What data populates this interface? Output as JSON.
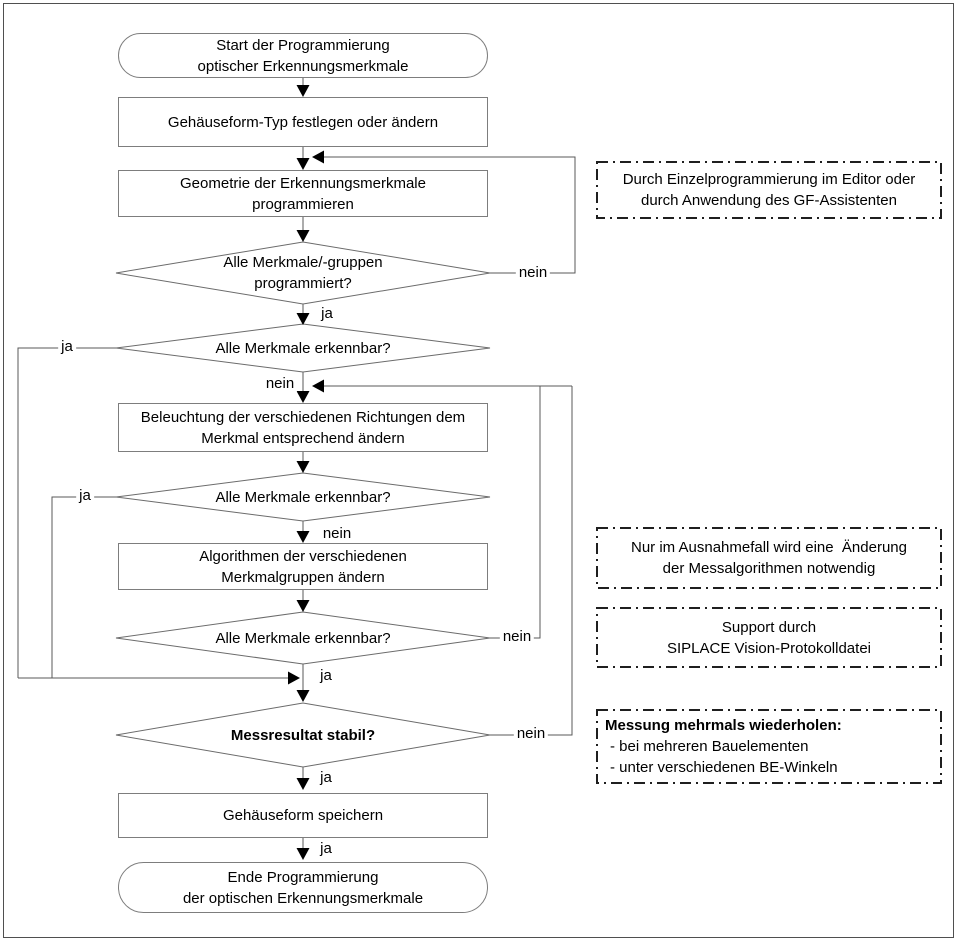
{
  "nodes": {
    "start": "Start der Programmierung\noptischer Erkennungsmerkmale",
    "set_package_type": "Gehäuseform-Typ festlegen oder ändern",
    "program_geometry": "Geometrie der Erkennungsmerkmale\nprogrammieren",
    "all_programmed": "Alle Merkmale/-gruppen\nprogrammiert?",
    "recognizable_1": "Alle Merkmale erkennbar?",
    "adjust_lighting": "Beleuchtung der verschiedenen Richtungen dem\nMerkmal entsprechend ändern",
    "recognizable_2": "Alle Merkmale erkennbar?",
    "change_algorithms": "Algorithmen der verschiedenen\nMerkmalgruppen ändern",
    "recognizable_3": "Alle Merkmale erkennbar?",
    "result_stable": "Messresultat stabil?",
    "save_package": "Gehäuseform speichern",
    "end": "Ende Programmierung\nder optischen Erkennungsmerkmale"
  },
  "labels": {
    "all_programmed_no": "nein",
    "all_programmed_yes": "ja",
    "recognizable_1_yes": "ja",
    "recognizable_1_no": "nein",
    "recognizable_2_yes": "ja",
    "recognizable_2_no": "nein",
    "recognizable_3_no": "nein",
    "recognizable_3_yes": "ja",
    "result_stable_no": "nein",
    "result_stable_yes": "ja",
    "save_package_yes": "ja"
  },
  "annotations": {
    "editor_note": "Durch Einzelprogrammierung im Editor oder\ndurch Anwendung des GF-Assistenten",
    "exception_note": "Nur im Ausnahmefall wird eine  Änderung\nder Messalgorithmen notwendig",
    "support_note": "Support durch\nSIPLACE Vision-Protokolldatei",
    "repeat_title": "Messung mehrmals wiederholen:",
    "repeat_items": [
      "- bei mehreren Bauelementen",
      "- unter verschiedenen BE-Winkeln"
    ]
  }
}
